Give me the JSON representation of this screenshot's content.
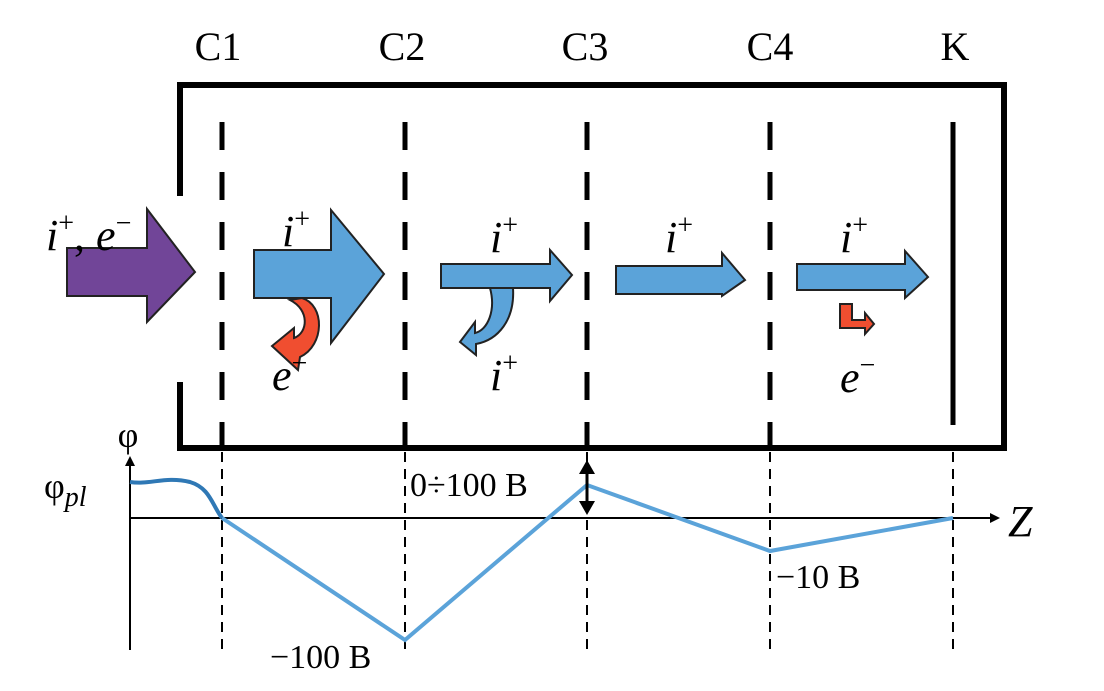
{
  "electrodes": [
    "C1",
    "C2",
    "C3",
    "C4",
    "K"
  ],
  "flows": {
    "inlet": {
      "base": "i",
      "sup1": "+",
      "sep": ", ",
      "base2": "e",
      "sup2": "−"
    },
    "gap1_top": {
      "base": "i",
      "sup": "+"
    },
    "gap1_bottom": {
      "base": "e",
      "sup": "−"
    },
    "gap2_top": {
      "base": "i",
      "sup": "+"
    },
    "gap2_bottom": {
      "base": "i",
      "sup": "+"
    },
    "gap3_top": {
      "base": "i",
      "sup": "+"
    },
    "gap4_top": {
      "base": "i",
      "sup": "+"
    },
    "gap4_bottom": {
      "base": "e",
      "sup": "−"
    }
  },
  "graph": {
    "y_axis": "φ",
    "y_start_label": "φ",
    "y_start_sub": "pl",
    "x_axis": "Z",
    "labels": {
      "c2": "−100 B",
      "c3": "0÷100 B",
      "c4": "−10 B"
    }
  },
  "colors": {
    "ion": "#5ba3d9",
    "electron": "#f04e30",
    "mixed": "#714598",
    "curve": "#5ba3d9"
  }
}
